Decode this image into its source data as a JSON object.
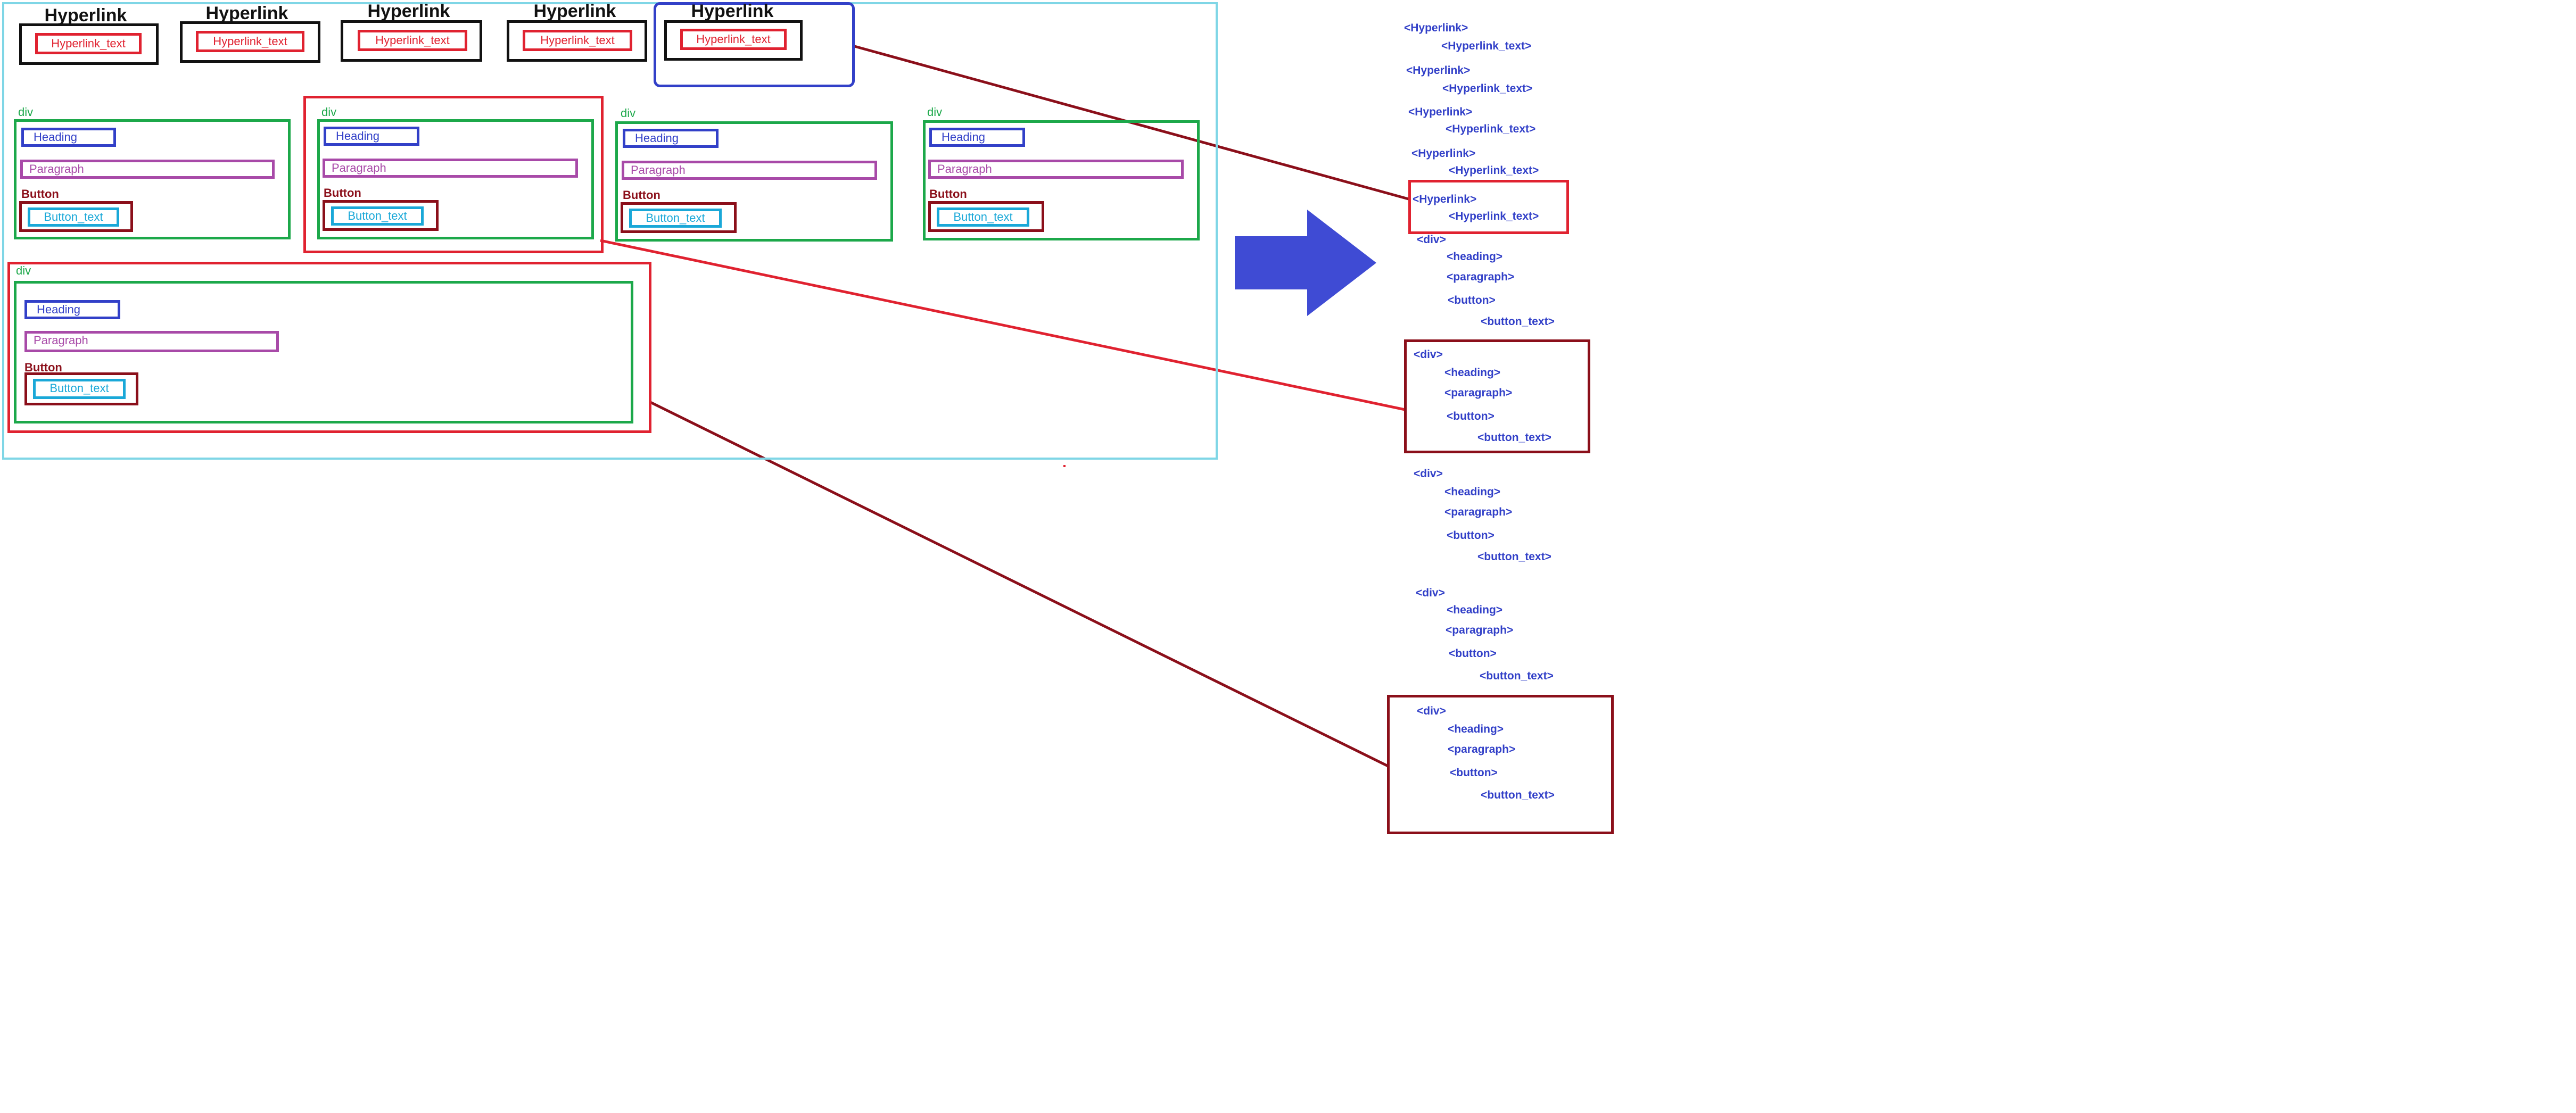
{
  "colors": {
    "frame": "#7fd6e6",
    "hyperlink_outer": "#111111",
    "hyperlink_text": "#e02230",
    "selection_blue": "#3240c8",
    "div": "#1ca84a",
    "heading": "#3240c8",
    "paragraph": "#a84aa8",
    "button": "#8b0f1a",
    "button_text": "#1aa8d8",
    "highlight_red": "#e02230",
    "arrow": "#3f4bd4"
  },
  "hyperlinks": [
    {
      "label": "Hyperlink",
      "text": "Hyperlink_text"
    },
    {
      "label": "Hyperlink",
      "text": "Hyperlink_text"
    },
    {
      "label": "Hyperlink",
      "text": "Hyperlink_text"
    },
    {
      "label": "Hyperlink",
      "text": "Hyperlink_text"
    },
    {
      "label": "Hyperlink",
      "text": "Hyperlink_text"
    }
  ],
  "cards": [
    {
      "div": "div",
      "heading": "Heading",
      "paragraph": "Paragraph",
      "button": "Button",
      "button_text": "Button_text"
    },
    {
      "div": "div",
      "heading": "Heading",
      "paragraph": "Paragraph",
      "button": "Button",
      "button_text": "Button_text"
    },
    {
      "div": "div",
      "heading": "Heading",
      "paragraph": "Paragraph",
      "button": "Button",
      "button_text": "Button_text"
    },
    {
      "div": "div",
      "heading": "Heading",
      "paragraph": "Paragraph",
      "button": "Button",
      "button_text": "Button_text"
    },
    {
      "div": "div",
      "heading": "Heading",
      "paragraph": "Paragraph",
      "button": "Button",
      "button_text": "Button_text"
    }
  ],
  "tree": {
    "hyperlink_tag": "<Hyperlink>",
    "hyperlink_text_tag": "<Hyperlink_text>",
    "div_tag": "<div>",
    "heading_tag": "<heading>",
    "paragraph_tag": "<paragraph>",
    "button_tag": "<button>",
    "button_text_tag": "<button_text>"
  }
}
